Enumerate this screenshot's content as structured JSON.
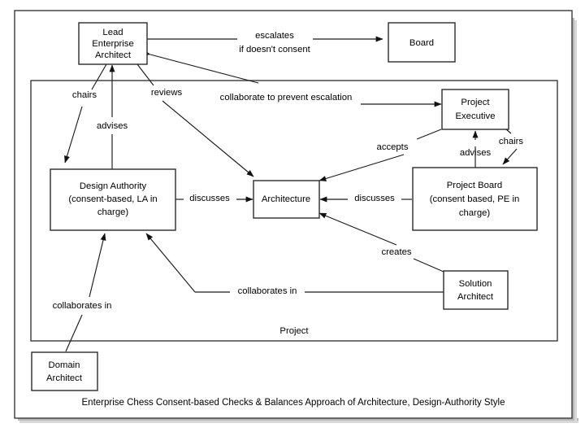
{
  "diagram": {
    "caption": "Enterprise Chess Consent-based Checks & Balances Approach of Architecture, Design-Authority Style",
    "container_label": "Project",
    "nodes": {
      "lead_enterprise_architect": {
        "line1": "Lead",
        "line2": "Enterprise",
        "line3": "Architect"
      },
      "board": {
        "line1": "Board"
      },
      "project_executive": {
        "line1": "Project",
        "line2": "Executive"
      },
      "design_authority": {
        "line1": "Design Authority",
        "line2": "(consent-based, LA in",
        "line3": "charge)"
      },
      "architecture": {
        "line1": "Architecture"
      },
      "project_board": {
        "line1": "Project Board",
        "line2": "(consent based, PE in",
        "line3": "charge)"
      },
      "solution_architect": {
        "line1": "Solution",
        "line2": "Architect"
      },
      "domain_architect": {
        "line1": "Domain",
        "line2": "Architect"
      }
    },
    "edges": {
      "escalates_line1": "escalates",
      "escalates_line2": "if doesn't consent",
      "chairs_da": "chairs",
      "advises_la": "advises",
      "reviews": "reviews",
      "collaborate_prevent": "collaborate to prevent escalation",
      "accepts": "accepts",
      "advises_pe": "advises",
      "chairs_pb": "chairs",
      "discusses_left": "discusses",
      "discusses_right": "discusses",
      "creates": "creates",
      "collaborates_in_solution": "collaborates in",
      "collaborates_in_domain": "collaborates in"
    },
    "colors": {
      "stroke": "#2b2b2b",
      "background": "#ffffff",
      "text": "#000000"
    }
  }
}
